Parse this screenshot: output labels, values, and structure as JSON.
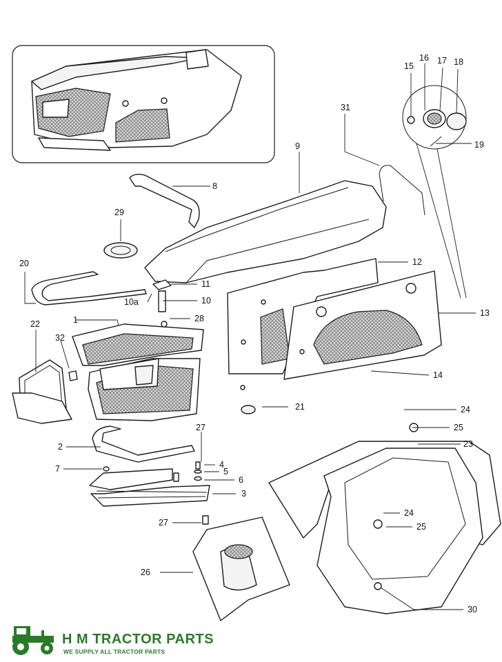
{
  "diagram": {
    "callouts": {
      "c1": "1",
      "c2": "2",
      "c3": "3",
      "c4": "4",
      "c5": "5",
      "c6": "6",
      "c7": "7",
      "c8": "8",
      "c9": "9",
      "c10": "10",
      "c10a": "10a",
      "c11": "11",
      "c12": "12",
      "c13": "13",
      "c14": "14",
      "c15": "15",
      "c16": "16",
      "c17": "17",
      "c18": "18",
      "c19": "19",
      "c20": "20",
      "c21": "21",
      "c22": "22",
      "c23": "23",
      "c24a": "24",
      "c24b": "24",
      "c25a": "25",
      "c25b": "25",
      "c26": "26",
      "c27a": "27",
      "c27b": "27",
      "c28": "28",
      "c29": "29",
      "c30": "30",
      "c31": "31",
      "c32": "32"
    }
  },
  "branding": {
    "name": "H M TRACTOR PARTS",
    "tagline": "WE SUPPLY ALL TRACTOR PARTS",
    "brand_color": "#2a7a2a",
    "logo_icon": "tractor-icon"
  }
}
